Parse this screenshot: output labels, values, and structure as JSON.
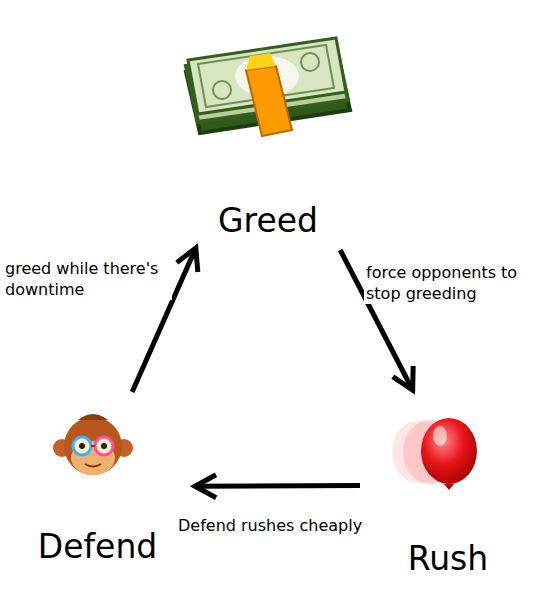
{
  "diagram": {
    "nodes": [
      {
        "text": [
          "Greed"
        ]
      },
      {
        "text": [
          "Rush"
        ]
      },
      {
        "text": [
          "Defend"
        ]
      }
    ],
    "edges": [
      {
        "from": 0,
        "to": 1,
        "arrow": "to",
        "label": "force opponents to stop greeding"
      },
      {
        "from": 1,
        "to": 2,
        "arrow": "to",
        "label": "Defend rushes cheaply"
      },
      {
        "from": 2,
        "to": 0,
        "arrow": "to",
        "label": "greed while there's downtime"
      }
    ]
  }
}
